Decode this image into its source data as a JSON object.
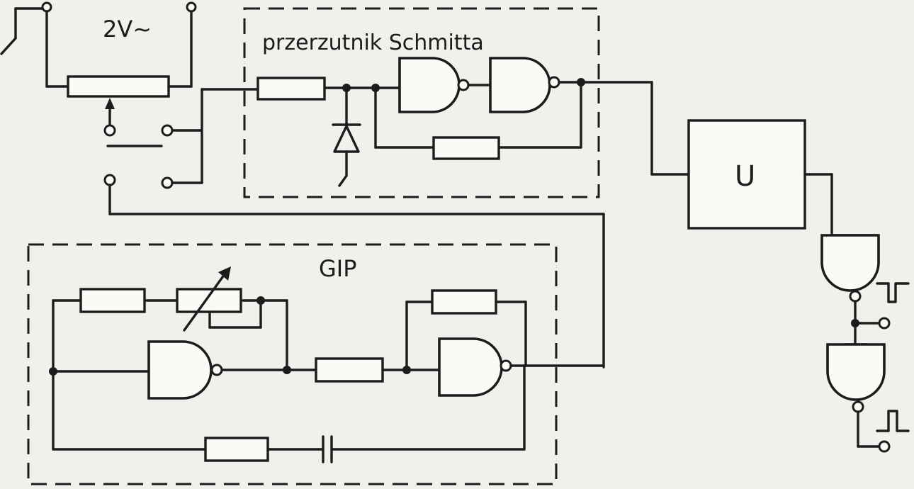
{
  "labels": {
    "source_voltage": "2V~",
    "schmitt_trigger": "przerzutnik Schmitta",
    "pulse_generator": "GIP",
    "block_u": "U"
  },
  "colors": {
    "ink": "#1c1c1c",
    "paper": "#f2f0ec"
  }
}
